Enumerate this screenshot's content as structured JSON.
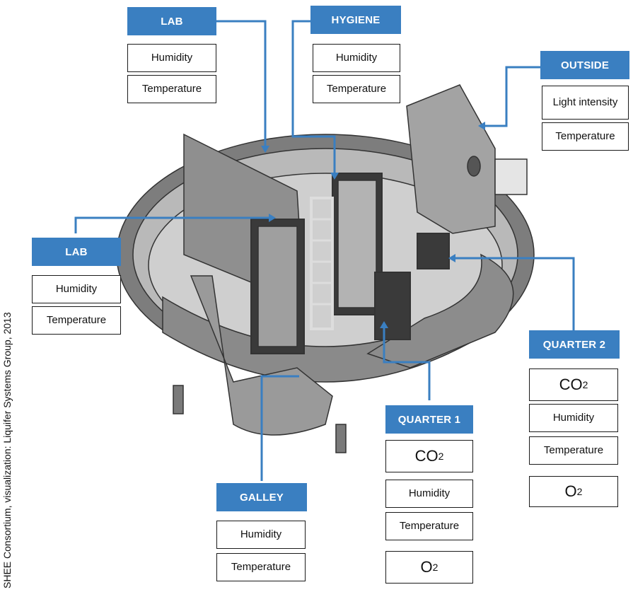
{
  "credit": "SHEE Consortium, visualization: Liquifer Systems Group, 2013",
  "colors": {
    "header": "#3a7fc1",
    "arrow": "#3a7fc1",
    "structure": "#6f6f6f",
    "outline": "#1a1a1a"
  },
  "zones": {
    "lab_top": {
      "title": "LAB",
      "sensors": [
        "Humidity",
        "Temperature"
      ]
    },
    "hygiene": {
      "title": "HYGIENE",
      "sensors": [
        "Humidity",
        "Temperature"
      ]
    },
    "outside": {
      "title": "OUTSIDE",
      "sensors": [
        "Light intensity",
        "Temperature"
      ]
    },
    "lab_left": {
      "title": "LAB",
      "sensors": [
        "Humidity",
        "Temperature"
      ]
    },
    "quarter2": {
      "title": "QUARTER 2",
      "co2_main": "CO",
      "co2_sub": "2",
      "sensors": [
        "Humidity",
        "Temperature"
      ],
      "o2_main": "O",
      "o2_sub": "2"
    },
    "quarter1": {
      "title": "QUARTER 1",
      "co2_main": "CO",
      "co2_sub": "2",
      "sensors": [
        "Humidity",
        "Temperature"
      ],
      "o2_main": "O",
      "o2_sub": "2"
    },
    "galley": {
      "title": "GALLEY",
      "sensors": [
        "Humidity",
        "Temperature"
      ]
    }
  }
}
